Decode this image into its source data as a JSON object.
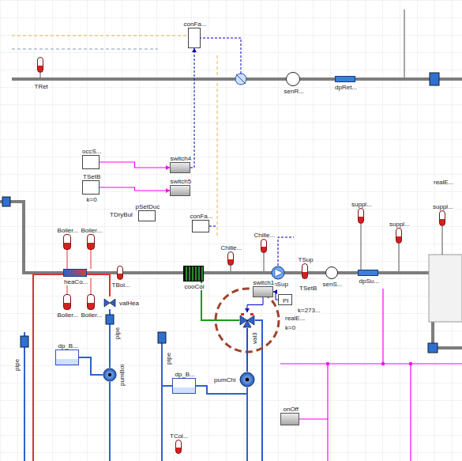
{
  "diagram": {
    "nodes": [
      {
        "text": [
          "TRet"
        ]
      },
      {
        "text": [
          "conFa..."
        ]
      },
      {
        "text": [
          "senR..."
        ]
      },
      {
        "text": [
          "dpRet..."
        ]
      },
      {
        "text": [
          "occS..."
        ]
      },
      {
        "text": [
          "TSetB",
          "k=0"
        ]
      },
      {
        "text": [
          "switch4"
        ]
      },
      {
        "text": [
          "switch5"
        ]
      },
      {
        "text": [
          "pSetDuc"
        ]
      },
      {
        "text": [
          "conFa..."
        ]
      },
      {
        "text": [
          "Boiler..."
        ]
      },
      {
        "text": [
          "Boiler..."
        ]
      },
      {
        "text": [
          "heaCo..."
        ]
      },
      {
        "text": [
          "TBoi..."
        ]
      },
      {
        "text": [
          "cooCoi"
        ]
      },
      {
        "text": [
          "Chille..."
        ]
      },
      {
        "text": [
          "Chille..."
        ]
      },
      {
        "text": [
          "fanSup"
        ]
      },
      {
        "text": [
          "TSup"
        ]
      },
      {
        "text": [
          "senS..."
        ]
      },
      {
        "text": [
          "dpSu..."
        ]
      },
      {
        "text": [
          "suppl..."
        ]
      },
      {
        "text": [
          "suppl..."
        ]
      },
      {
        "text": [
          "suppl..."
        ]
      },
      {
        "text": [
          "Boiler..."
        ]
      },
      {
        "text": [
          "Boiler..."
        ]
      },
      {
        "text": [
          "valHea"
        ]
      },
      {
        "text": [
          "switch1"
        ]
      },
      {
        "text": [
          "PI"
        ]
      },
      {
        "text": [
          "val3"
        ]
      },
      {
        "text": [
          "dp_B..."
        ]
      },
      {
        "text": [
          "pumBoi"
        ]
      },
      {
        "text": [
          "dp_B..."
        ]
      },
      {
        "text": [
          "pumChi"
        ]
      },
      {
        "text": [
          "onOff"
        ]
      },
      {
        "text": [
          "TCoi..."
        ]
      }
    ],
    "edges": [
      {
        "from": 4,
        "to": 6,
        "arrow": "to"
      },
      {
        "from": 5,
        "to": 7,
        "arrow": "to"
      },
      {
        "from": 6,
        "to": 1,
        "arrow": "to"
      },
      {
        "from": 28,
        "to": 27,
        "arrow": "to"
      },
      {
        "from": 27,
        "to": 29,
        "arrow": "to"
      },
      {
        "from": 29,
        "to": 33,
        "arrow": "none"
      }
    ],
    "labels": [
      "TDryBul",
      "realE...",
      "TSetB",
      "k=273...",
      "realE...",
      "k=0",
      "pipe",
      "pipe",
      "pipe"
    ]
  }
}
